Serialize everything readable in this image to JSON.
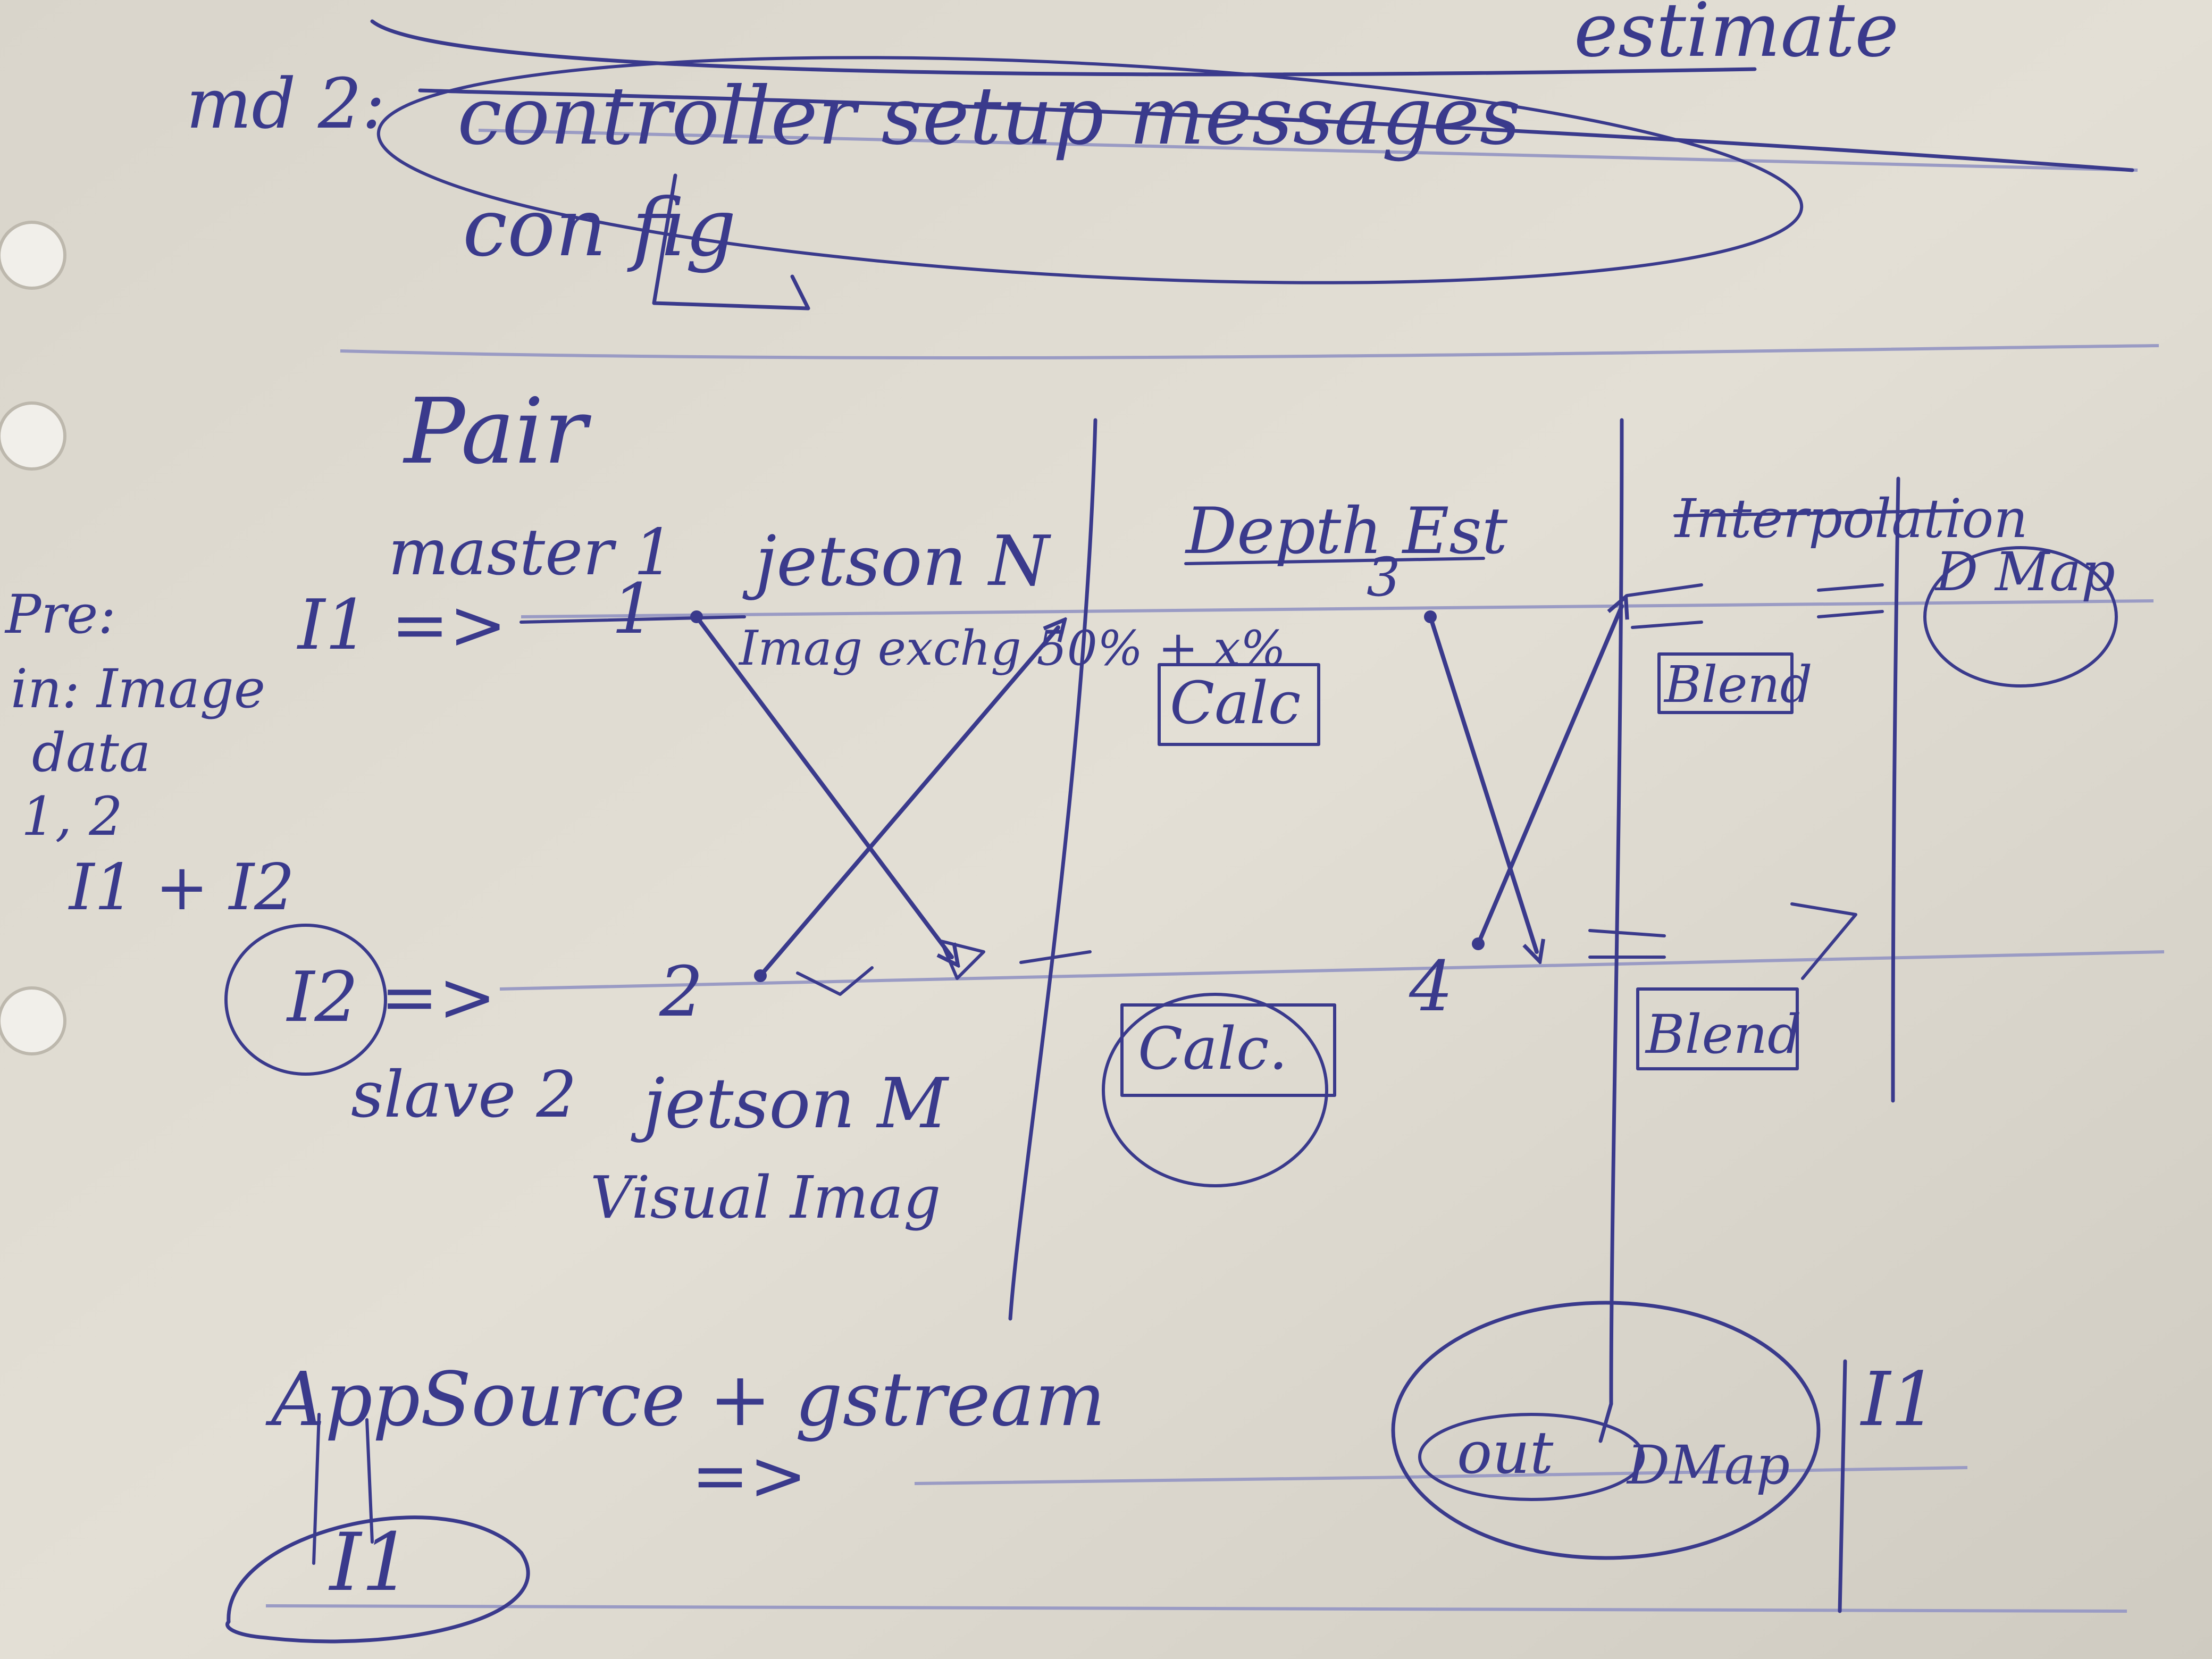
{
  "top_text": {
    "partial_line": "estimate",
    "label_md": "md 2:",
    "setup": "controller setup messages",
    "config": "con fig"
  },
  "pair": {
    "heading": "Pair",
    "pre_block": [
      "Pre:",
      "in: Image",
      "data",
      "1, 2",
      "I1 + I2"
    ],
    "master": {
      "input": "I1 =>",
      "role": "master 1",
      "device": "jetson N",
      "node": "1",
      "exchange": "Imag exchg 50% + x%"
    },
    "slave": {
      "input": "I2 =>",
      "role": "slave 2",
      "device": "jetson M",
      "node": "2",
      "note": "Visual Imag"
    },
    "depth": {
      "heading": "Depth Est",
      "node_top": "3",
      "node_bottom": "4",
      "calc_top": "Calc",
      "calc_bottom": "Calc."
    },
    "blend": {
      "heading": "Interpolation",
      "top": "Blend",
      "bottom": "Blend",
      "dmap": "D Map"
    }
  },
  "bottom": {
    "appsource": "AppSource + gstream",
    "arrow": "=>",
    "i1": "I1",
    "out": "out",
    "dmap": "DMap",
    "right_label": "I1"
  }
}
